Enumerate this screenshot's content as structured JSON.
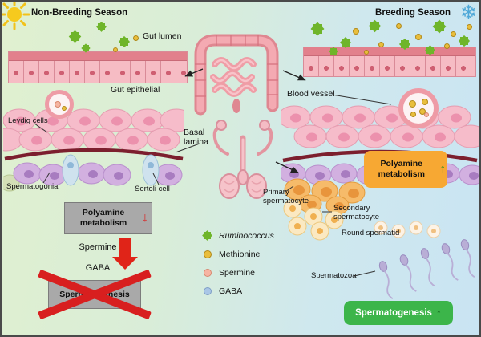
{
  "titles": {
    "non_breeding": "Non-Breeding Season",
    "breeding": "Breeding Season"
  },
  "anatomy_labels": {
    "gut_lumen": "Gut lumen",
    "gut_epithelial": "Gut epithelial",
    "blood_vessel": "Blood vessel",
    "leydig_cells": "Leydig cells",
    "spermatogonia": "Spermatogonia",
    "sertoli_cell": "Sertoli cell",
    "basal_lamina": "Basal lamina",
    "primary_spermatocyte": "Primary spermatocyte",
    "secondary_spermatocyte": "Secondary spermatocyte",
    "round_spermatid": "Round spermatid",
    "spermatozoa": "Spermatozoa"
  },
  "non_breeding_pathway": {
    "polyamine_metabolism": "Polyamine metabolism",
    "polyamine_trend": "↓",
    "spermine": "Spermine",
    "gaba": "GABA",
    "spermatogenesis": "Spermatogenesis"
  },
  "breeding_pathway": {
    "polyamine_metabolism": "Polyamine metabolism",
    "polyamine_trend": "↑",
    "spermatogenesis": "Spermatogenesis",
    "spermatogenesis_trend": "↑"
  },
  "legend": {
    "items": [
      {
        "name": "ruminococcus-icon",
        "label": "Ruminococcus",
        "color": "#6fb52a"
      },
      {
        "name": "methionine-dot",
        "label": "Methionine",
        "color": "#e9be3c"
      },
      {
        "name": "spermine-dot",
        "label": "Spermine",
        "color": "#f6b4a2"
      },
      {
        "name": "gaba-dot",
        "label": "GABA",
        "color": "#a9c6e6"
      }
    ]
  },
  "icons": {
    "sun": "sun-icon",
    "snowflake": "snowflake-icon",
    "snowflake_glyph": "❄"
  },
  "colors": {
    "background_left": "#e0f0cf",
    "background_right": "#c9e4f3",
    "epithelium": "#f6bcc4",
    "basal_lamina": "#7c1f2e",
    "non_breeding_box": "#a9a9a9",
    "breeding_polyamine_box": "#f7a833",
    "breeding_spermatogenesis_box": "#3cb54a",
    "down_arrow_red": "#e02418",
    "up_arrow_green": "#1f8a1f"
  }
}
